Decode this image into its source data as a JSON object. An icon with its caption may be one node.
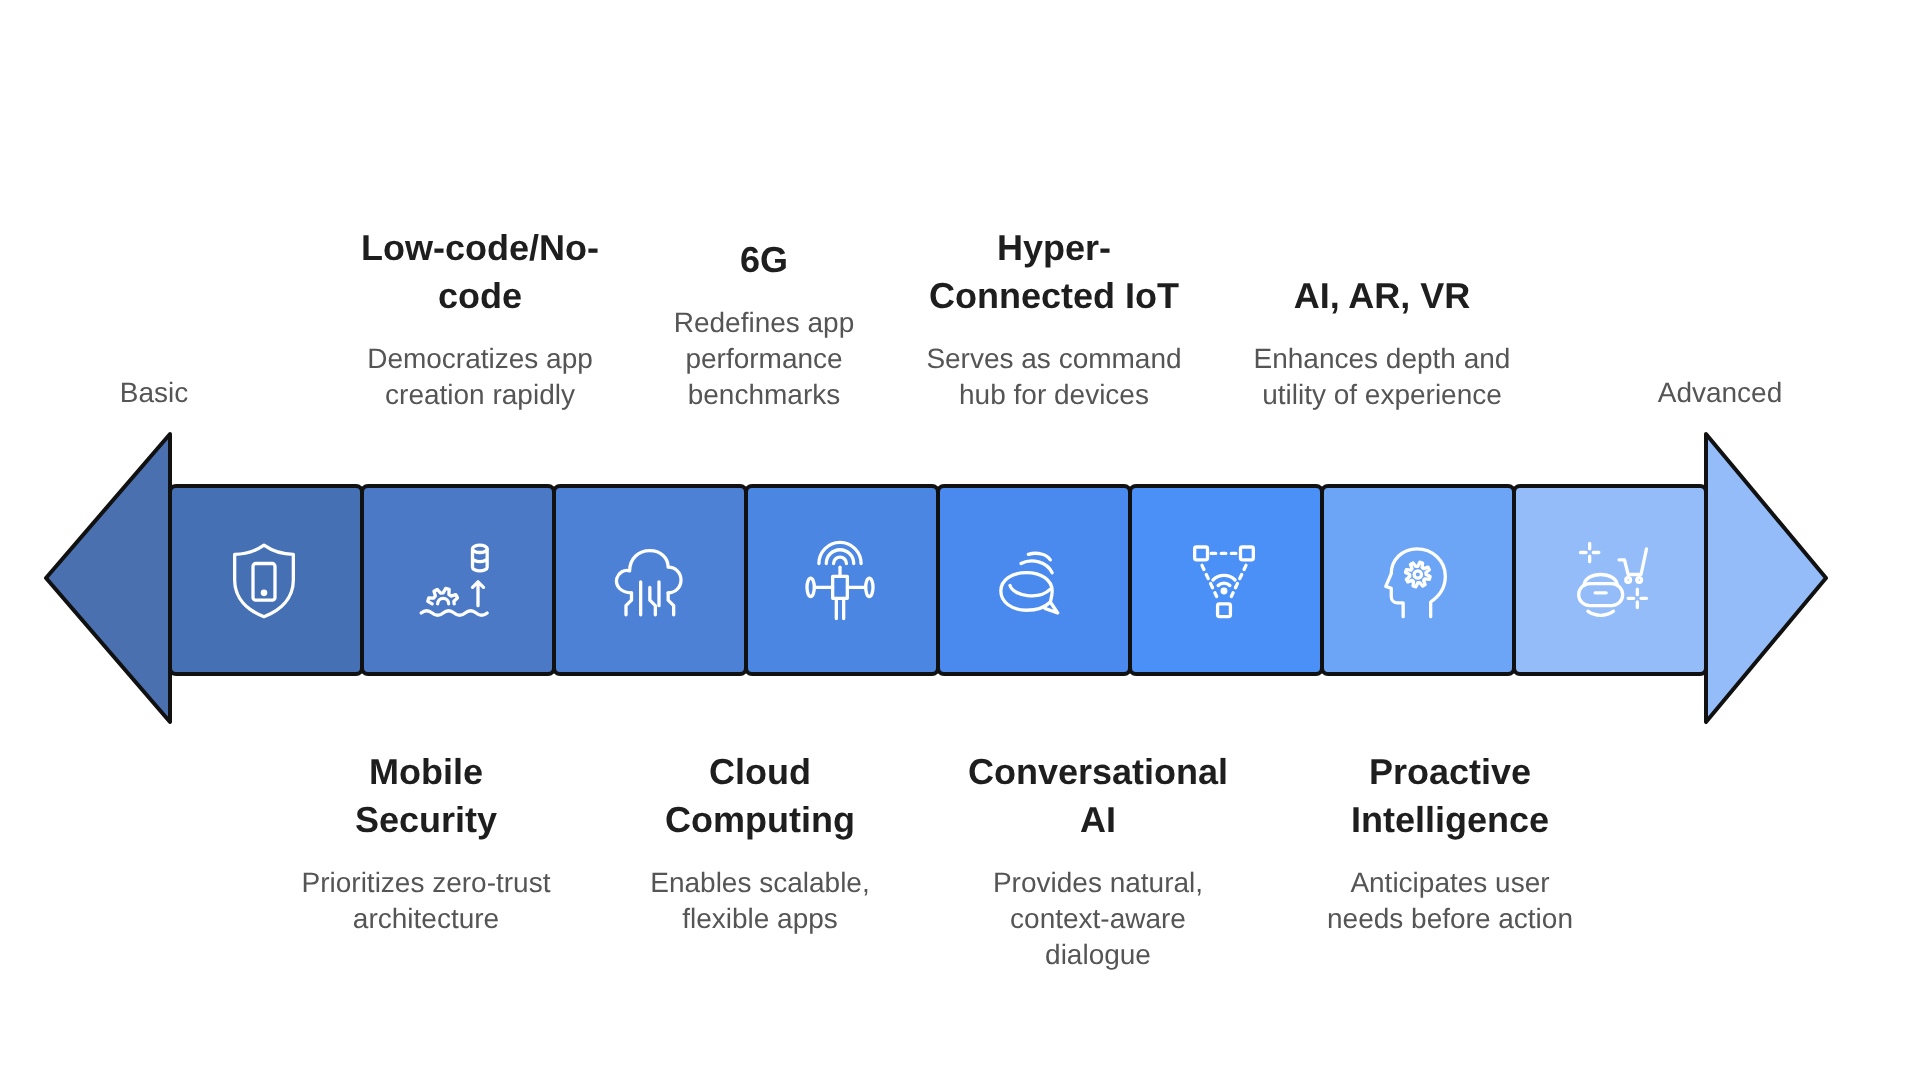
{
  "diagram": {
    "nodes": [
      {
        "text": [
          "Mobile Security",
          "Prioritizes zero-trust architecture"
        ]
      },
      {
        "text": [
          "Low-code/No-code",
          "Democratizes app creation rapidly"
        ]
      },
      {
        "text": [
          "Cloud Computing",
          "Enables scalable, flexible apps"
        ]
      },
      {
        "text": [
          "6G",
          "Redefines app performance benchmarks"
        ]
      },
      {
        "text": [
          "Conversational AI",
          "Provides natural, context-aware dialogue"
        ]
      },
      {
        "text": [
          "Hyper-Connected IoT",
          "Serves as command hub for devices"
        ]
      },
      {
        "text": [
          "Proactive Intelligence",
          "Anticipates user needs before action"
        ]
      },
      {
        "text": [
          "AI, AR, VR",
          "Enhances depth and utility of experience"
        ]
      }
    ],
    "labels": [
      "Basic",
      "Advanced"
    ]
  }
}
